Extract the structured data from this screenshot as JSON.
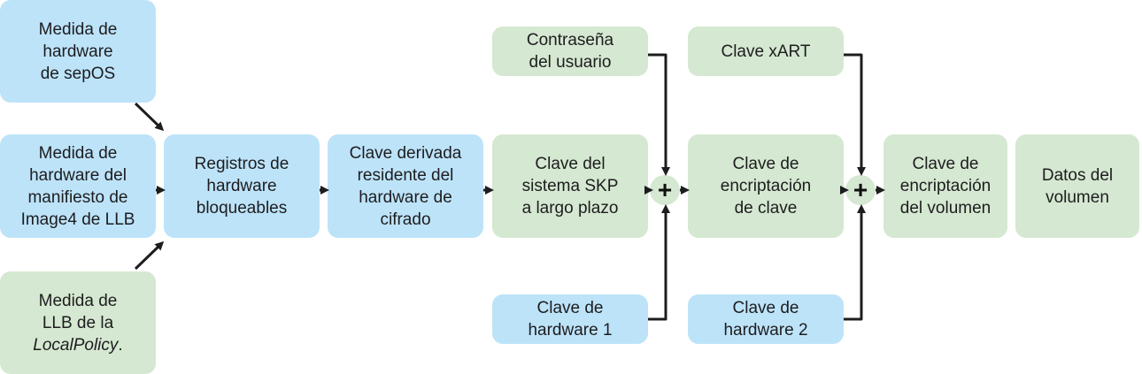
{
  "colors": {
    "blue_box": "#bde3f9",
    "green_box": "#d5e8d1",
    "arrow": "#1d1d1f"
  },
  "combiner_symbol": "+",
  "nodes": {
    "sepos_hw_measure": [
      "Medida de",
      "hardware",
      "de sepOS"
    ],
    "llb_image4_measure": [
      "Medida de",
      "hardware del",
      "manifiesto de",
      "Image4 de LLB"
    ],
    "llb_localpolicy_measure": {
      "line1": "Medida de",
      "line2": "LLB de la",
      "line3_italic": "LocalPolicy",
      "line3_suffix": "."
    },
    "lockable_hw_registers": [
      "Registros de",
      "hardware",
      "bloqueables"
    ],
    "derived_key": [
      "Clave derivada",
      "residente del",
      "hardware de",
      "cifrado"
    ],
    "user_password": [
      "Contraseña",
      "del usuario"
    ],
    "skp_system_key": [
      "Clave del",
      "sistema SKP",
      "a largo plazo"
    ],
    "hardware_key_1": [
      "Clave de",
      "hardware 1"
    ],
    "xart_key": [
      "Clave xART"
    ],
    "key_encryption_key": [
      "Clave de",
      "encriptación",
      "de clave"
    ],
    "hardware_key_2": [
      "Clave de",
      "hardware 2"
    ],
    "volume_encryption_key": [
      "Clave de",
      "encriptación",
      "del volumen"
    ],
    "volume_data": [
      "Datos del",
      "volumen"
    ]
  }
}
